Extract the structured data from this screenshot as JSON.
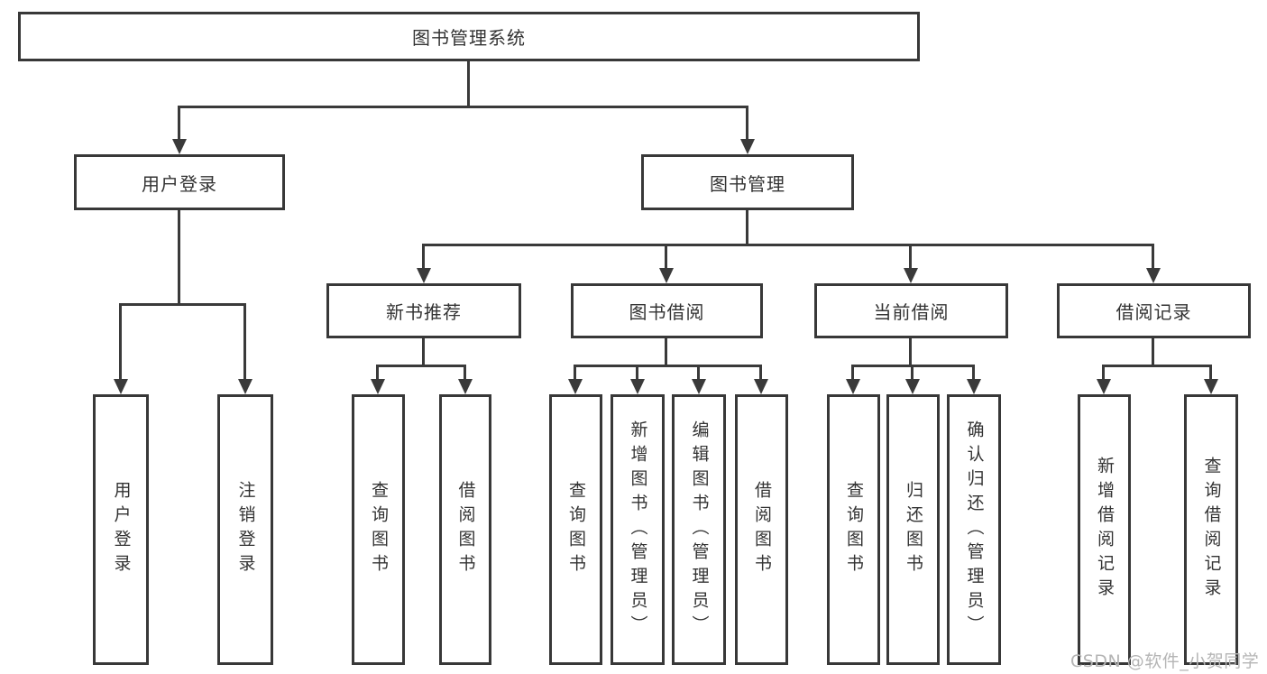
{
  "tree": {
    "root": {
      "label": "图书管理系统"
    },
    "level2": [
      {
        "label": "用户登录"
      },
      {
        "label": "图书管理"
      }
    ],
    "level3": [
      {
        "label": "新书推荐"
      },
      {
        "label": "图书借阅"
      },
      {
        "label": "当前借阅"
      },
      {
        "label": "借阅记录"
      }
    ],
    "leaves": {
      "user_login": [
        "用户登录",
        "注销登录"
      ],
      "new_book_recommend": [
        "查询图书",
        "借阅图书"
      ],
      "book_borrow": [
        "查询图书",
        "新增图书（管理员）",
        "编辑图书（管理员）",
        "借阅图书"
      ],
      "current_borrow": [
        "查询图书",
        "归还图书",
        "确认归还（管理员）"
      ],
      "borrow_record": [
        "新增借阅记录",
        "查询借阅记录"
      ]
    }
  },
  "watermark": {
    "text": "CSDN @软件_小贺同学"
  },
  "colors": {
    "line": "#3a3a3a",
    "border": "#383838",
    "text": "#333333",
    "watermark": "#b5b5b5",
    "background": "#ffffff"
  }
}
